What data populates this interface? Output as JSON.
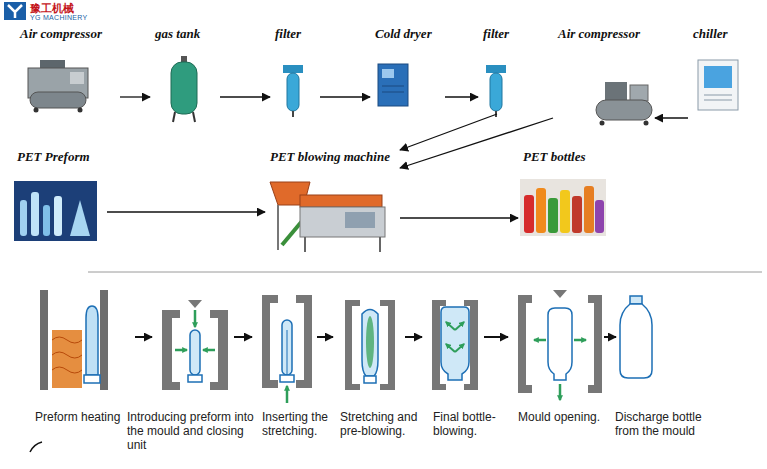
{
  "diagram": {
    "nodes": [
      {
        "text": [
          "Air compressor"
        ]
      },
      {
        "text": [
          "gas tank"
        ]
      },
      {
        "text": [
          "filter"
        ]
      },
      {
        "text": [
          "Cold dryer"
        ]
      },
      {
        "text": [
          "filter"
        ]
      },
      {
        "text": [
          "Air compressor"
        ]
      },
      {
        "text": [
          "chiller"
        ]
      },
      {
        "text": [
          "PET Preform"
        ]
      },
      {
        "text": [
          "PET blowing machine"
        ]
      },
      {
        "text": [
          "PET bottles"
        ]
      },
      {
        "text": [
          "Preform heating"
        ]
      },
      {
        "text": [
          "Introducing preform into the mould and closing unit"
        ]
      },
      {
        "text": [
          "Inserting the stretching."
        ]
      },
      {
        "text": [
          "Stretching and pre-blowing."
        ]
      },
      {
        "text": [
          "Final bottle-blowing."
        ]
      },
      {
        "text": [
          "Mould opening."
        ]
      },
      {
        "text": [
          "Discharge bottle from the mould"
        ]
      }
    ],
    "edges": [
      {
        "from": 0,
        "to": 1,
        "arrow": "to"
      },
      {
        "from": 1,
        "to": 2,
        "arrow": "to"
      },
      {
        "from": 2,
        "to": 3,
        "arrow": "to"
      },
      {
        "from": 3,
        "to": 4,
        "arrow": "to"
      },
      {
        "from": 4,
        "to": 8,
        "arrow": "to"
      },
      {
        "from": 6,
        "to": 5,
        "arrow": "to"
      },
      {
        "from": 5,
        "to": 8,
        "arrow": "to"
      },
      {
        "from": 7,
        "to": 8,
        "arrow": "to"
      },
      {
        "from": 8,
        "to": 9,
        "arrow": "to"
      },
      {
        "from": 10,
        "to": 11,
        "arrow": "to"
      },
      {
        "from": 11,
        "to": 12,
        "arrow": "to"
      },
      {
        "from": 12,
        "to": 13,
        "arrow": "to"
      },
      {
        "from": 13,
        "to": 14,
        "arrow": "to"
      },
      {
        "from": 14,
        "to": 15,
        "arrow": "to"
      },
      {
        "from": 15,
        "to": 16,
        "arrow": "to"
      }
    ],
    "labels": [
      "豫工机械",
      "YG MACHINERY"
    ]
  }
}
